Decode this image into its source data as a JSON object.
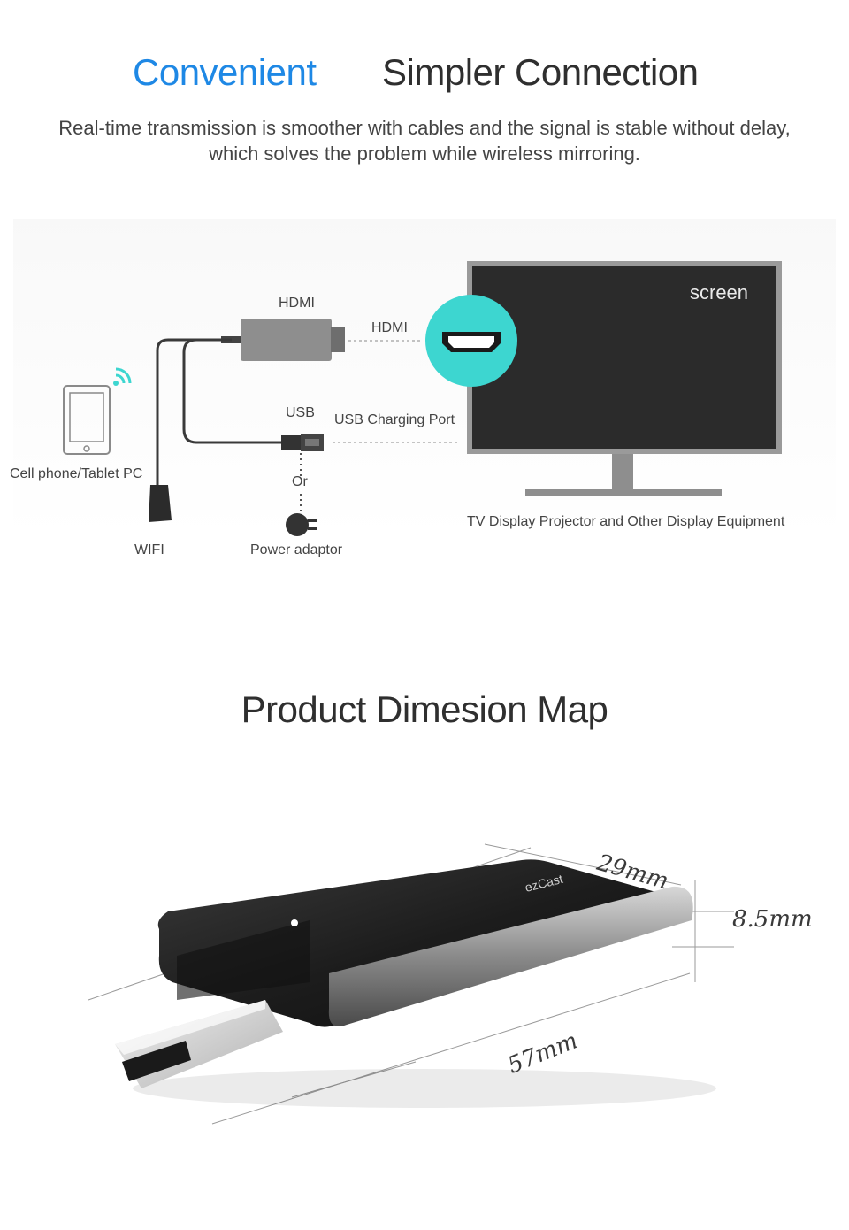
{
  "header": {
    "title_left": "Convenient",
    "title_right": "Simpler Connection",
    "subtitle_line1": "Real-time transmission is smoother with cables and the signal is stable without delay,",
    "subtitle_line2": "which solves the problem while wireless mirroring."
  },
  "diagram": {
    "hdmi_top_label": "HDMI",
    "hdmi_link_label": "HDMI",
    "screen_label": "screen",
    "usb_label": "USB",
    "usb_port_label": "USB Charging Port",
    "or_label": "Or",
    "phone_label": "Cell phone/Tablet PC",
    "wifi_label": "WIFI",
    "power_label": "Power adaptor",
    "tv_label": "TV Display Projector and Other Display Equipment"
  },
  "dimension": {
    "title": "Product Dimesion Map",
    "width": "29mm",
    "height": "8.5mm",
    "length": "57mm",
    "brand": "ezCast"
  },
  "colors": {
    "accent": "#1e88e5",
    "teal": "#3dd6d0",
    "tv_screen": "#2b2b2b"
  }
}
